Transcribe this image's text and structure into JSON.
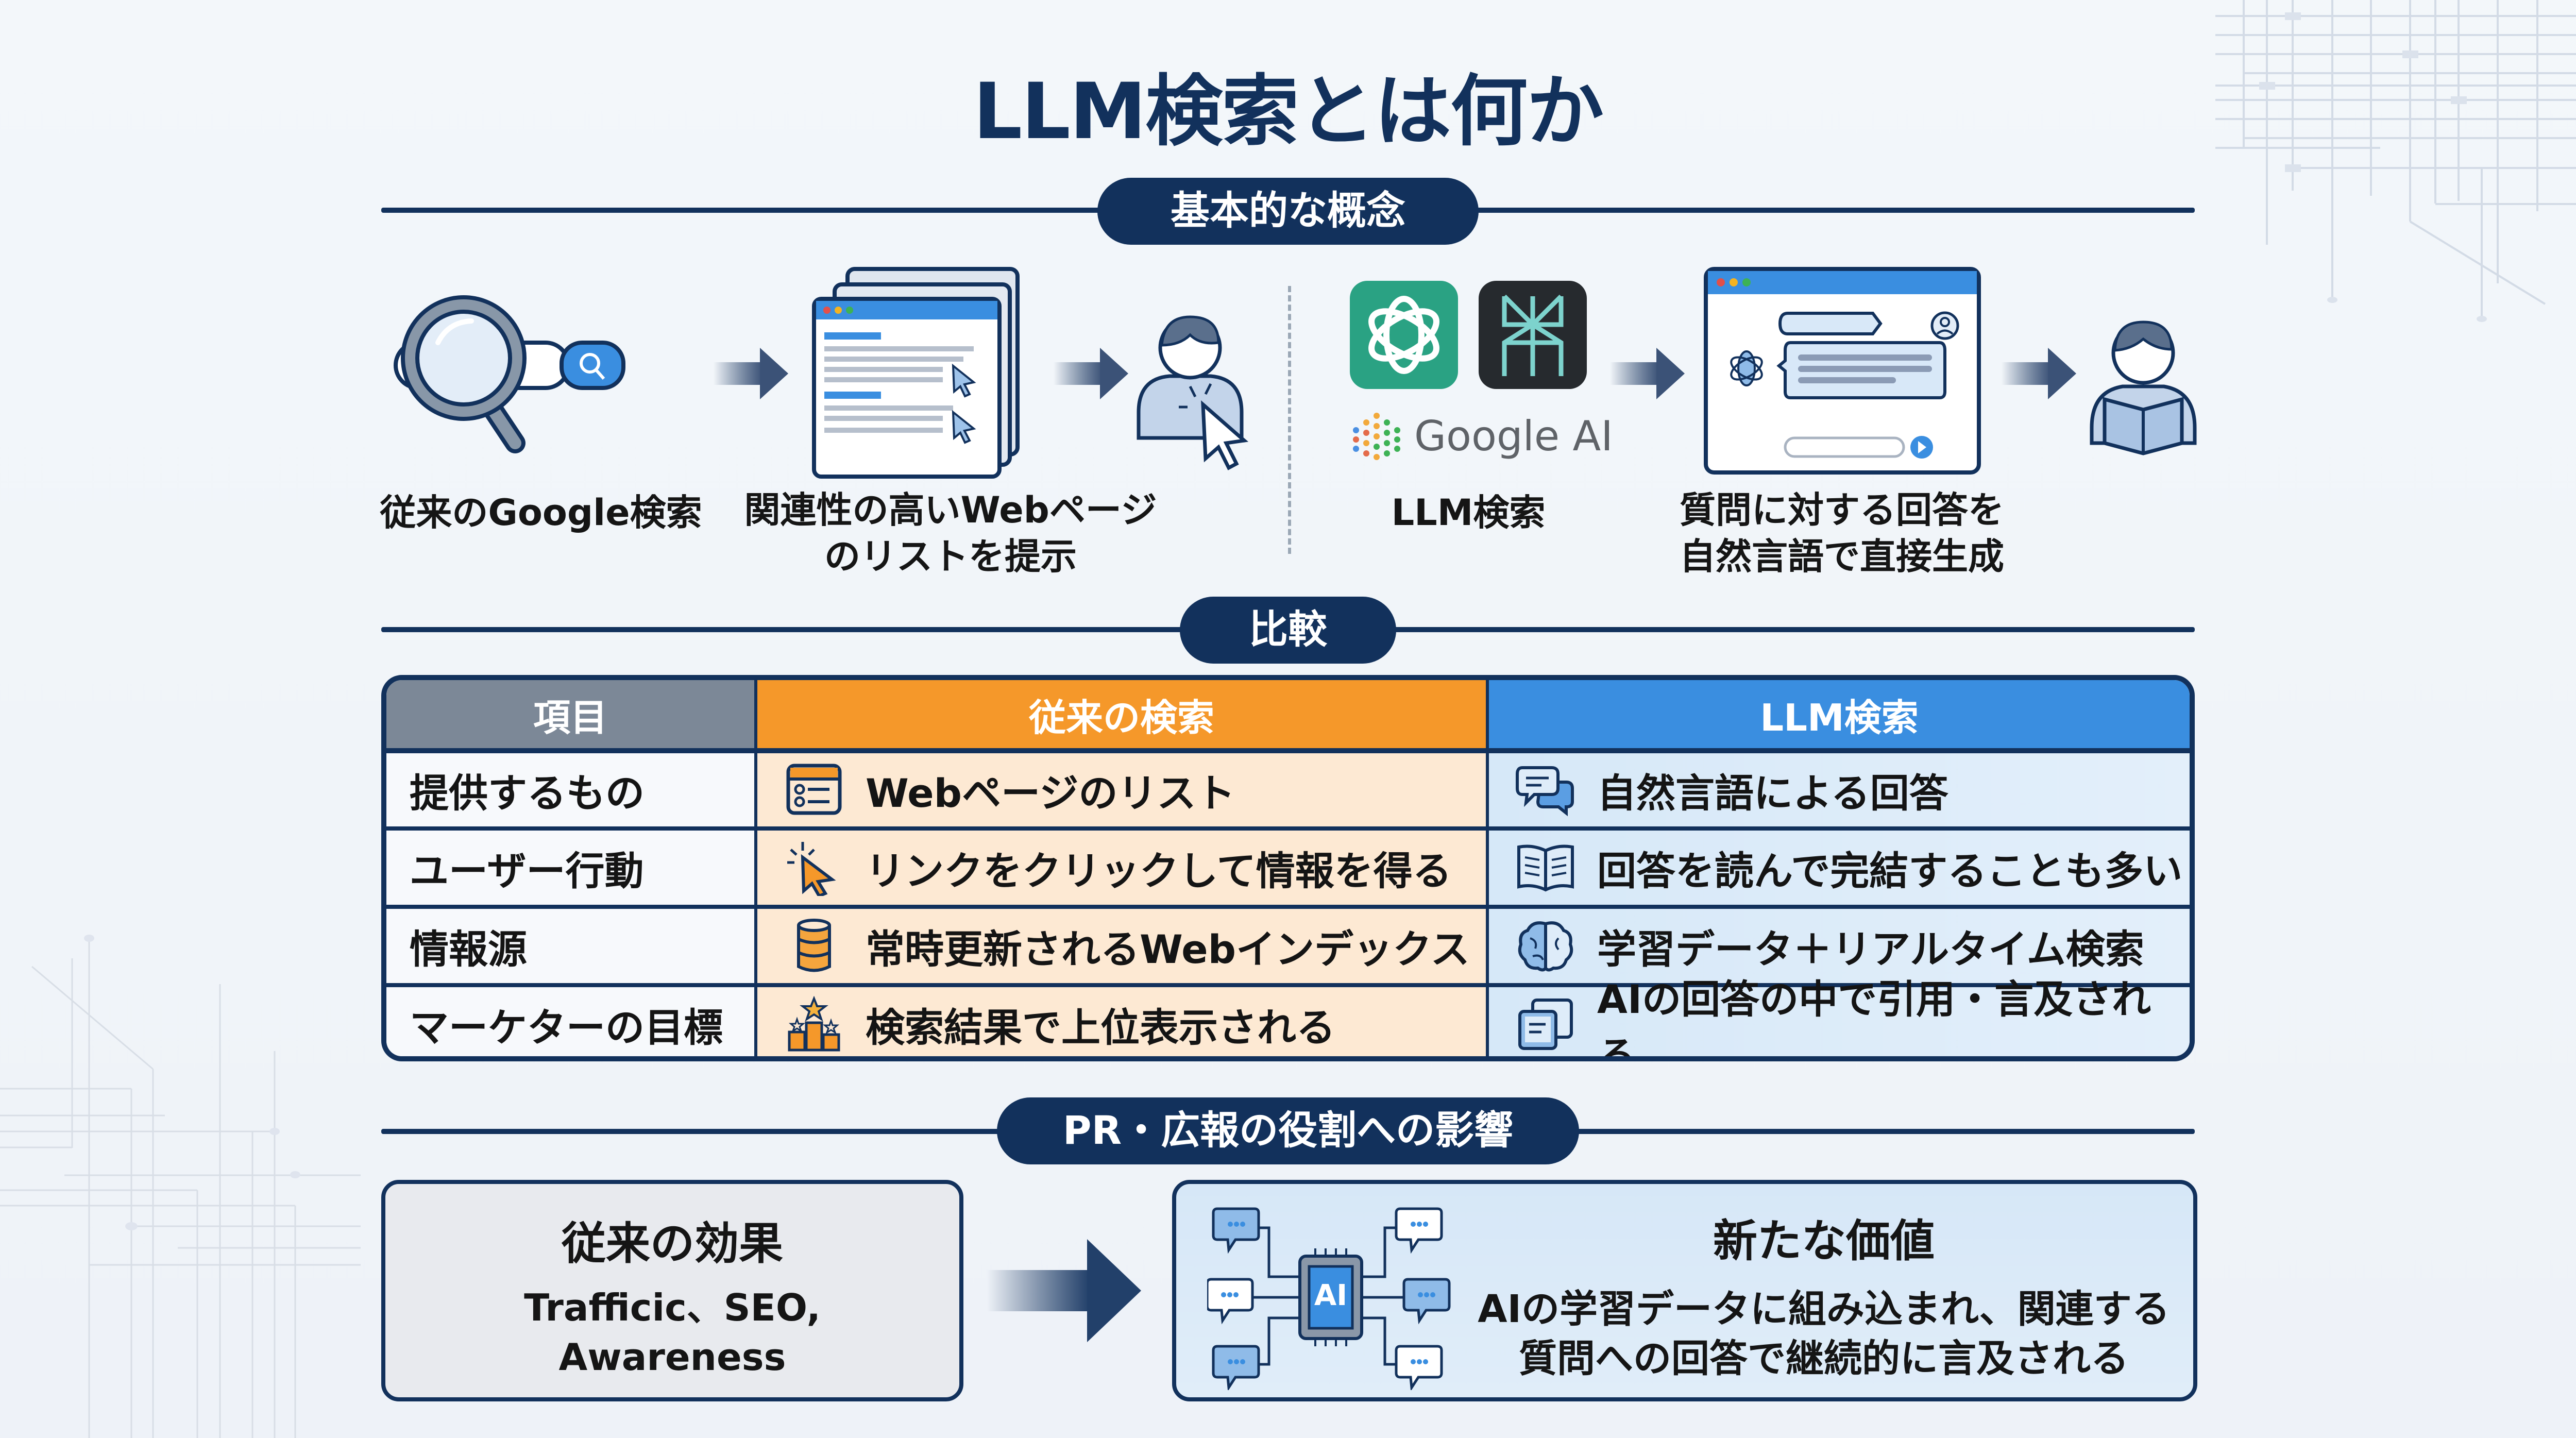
{
  "title": "LLM検索とは何か",
  "sections": {
    "concept": "基本的な概念",
    "comparison": "比較",
    "impact": "PR・広報の役割への影響"
  },
  "concept_flow": {
    "traditional": {
      "step1_caption": "従来のGoogle検索",
      "step2_caption_line1": "関連性の高いWebページ",
      "step2_caption_line2": "のリストを提示"
    },
    "llm": {
      "step1_caption": "LLM検索",
      "google_ai_label": "Google AI",
      "step2_caption_line1": "質問に対する回答を",
      "step2_caption_line2": "自然言語で直接生成"
    }
  },
  "comparison_table": {
    "headers": [
      "項目",
      "従来の検索",
      "LLM検索"
    ],
    "rows": [
      {
        "item": "提供するもの",
        "traditional": "Webページのリスト",
        "traditional_icon": "list-window-icon",
        "llm": "自然言語による回答",
        "llm_icon": "chat-bubbles-icon"
      },
      {
        "item": "ユーザー行動",
        "traditional": "リンクをクリックして情報を得る",
        "traditional_icon": "click-cursor-icon",
        "llm": "回答を読んで完結することも多い",
        "llm_icon": "open-book-icon"
      },
      {
        "item": "情報源",
        "traditional": "常時更新されるWebインデックス",
        "traditional_icon": "database-icon",
        "llm": "学習データ＋リアルタイム検索",
        "llm_icon": "brain-icon"
      },
      {
        "item": "マーケターの目標",
        "traditional": "検索結果で上位表示される",
        "traditional_icon": "podium-star-icon",
        "llm": "AIの回答の中で引用・言及される",
        "llm_icon": "quote-document-icon"
      }
    ]
  },
  "impact": {
    "old": {
      "title": "従来の効果",
      "line1": "Trafficic、SEO,",
      "line2": "Awareness"
    },
    "new": {
      "title": "新たな価値",
      "line1": "AIの学習データに組み込まれ、関連する",
      "line2": "質問への回答で継続的に言及される",
      "chip_label": "AI"
    }
  },
  "colors": {
    "navy": "#12315c",
    "orange": "#f5982a",
    "blue": "#3a8ee0",
    "gray_header": "#7c8897"
  }
}
